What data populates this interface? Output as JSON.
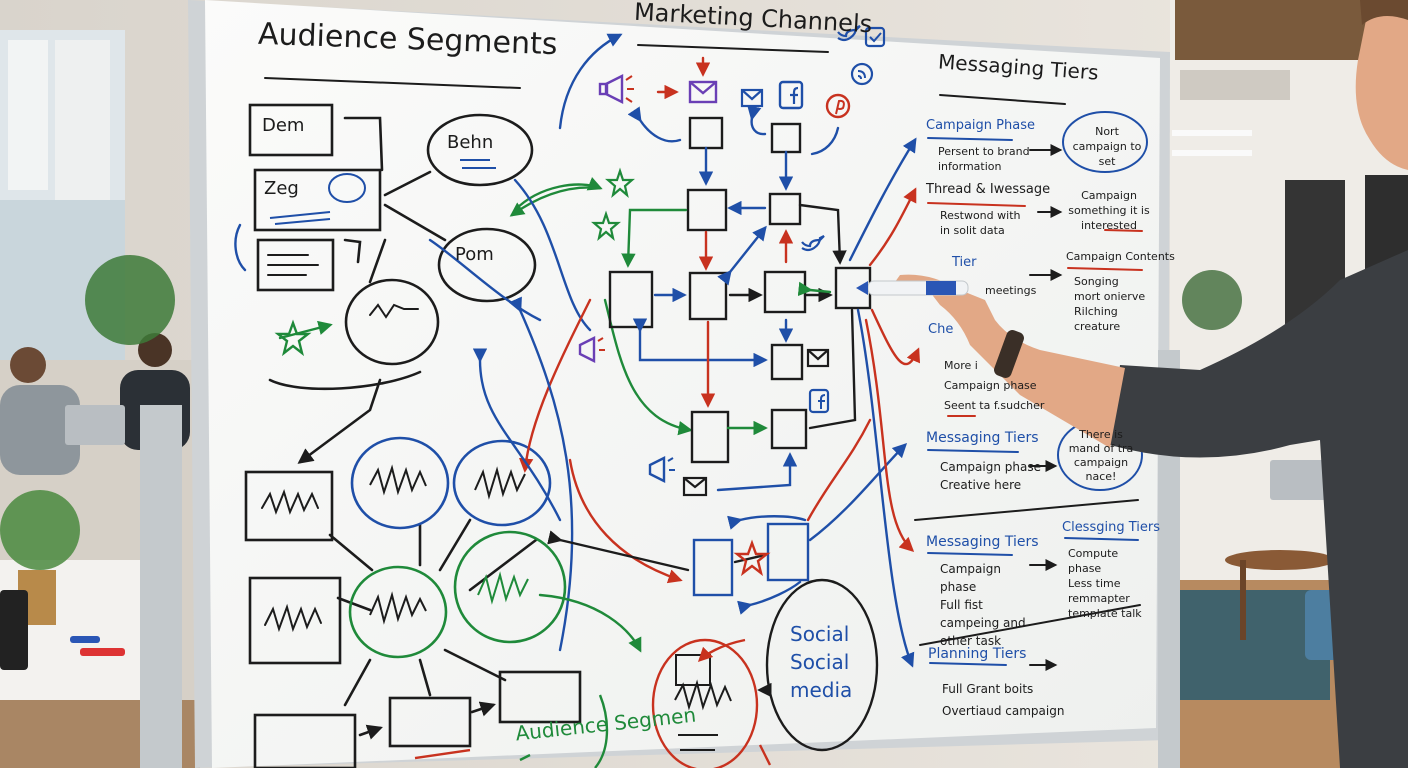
{
  "whiteboard": {
    "audience": {
      "title": "Audience Segments",
      "box_labels": [
        "Dem",
        "Zeg"
      ],
      "bubble_labels": [
        "Behn",
        "Pom"
      ],
      "bottom_label": "Audience Segmen"
    },
    "channels": {
      "title": "Marketing Channels"
    },
    "center": {
      "social_lines": [
        "Social",
        "Social",
        "media"
      ]
    },
    "tiers": {
      "title": "Messaging Tiers",
      "blocks": [
        {
          "heading": "Campaign Phase",
          "bullets": [
            "Persent to brand",
            "information"
          ],
          "result": "Nort campaign to set"
        },
        {
          "heading": "Thread & Iwessage",
          "bullets": [
            "Restwond with",
            "in solit data"
          ],
          "result": "Campaign something it is interested"
        },
        {
          "heading": "Tier",
          "bullets": [
            "meetings"
          ],
          "result": "Campaign Contents"
        },
        {
          "heading": "",
          "bullets": [],
          "result": "Songing mort onierve Rilching creature"
        },
        {
          "heading": "Che",
          "bullets": [
            "More i",
            "Campaign phase",
            "Seent ta f.sudcher"
          ],
          "result": ""
        },
        {
          "heading": "Messaging Tiers",
          "bullets": [
            "Campaign phase",
            "Creative here"
          ],
          "result": "There is mand of tra campaign nace!"
        },
        {
          "heading": "Messaging Tiers",
          "bullets": [
            "Campaign phase",
            "Full fist campeing and other task"
          ],
          "result": ""
        },
        {
          "heading": "Clessging Tiers",
          "bullets": [
            "Compute phase",
            "Less time remmapter template talk"
          ],
          "result": ""
        },
        {
          "heading": "Planning Tiers",
          "bullets": [
            "Full Grant boits",
            "Overtiaud campaign"
          ],
          "result": ""
        }
      ]
    }
  },
  "colors": {
    "ink_black": "#1c1c1c",
    "ink_blue": "#1f4fa8",
    "ink_red": "#c8321f",
    "ink_green": "#1f8a3a",
    "ink_purple": "#6a3fb5",
    "board": "#f7f8f6",
    "frame": "#cfd3d6",
    "wall": "#e9e5df",
    "floor": "#b8926b",
    "sweater": "#3b3e42",
    "skin": "#e2a886"
  },
  "icons": [
    "megaphone-icon",
    "mail-icon",
    "facebook-icon",
    "twitter-icon",
    "star-icon",
    "marker-icon"
  ]
}
